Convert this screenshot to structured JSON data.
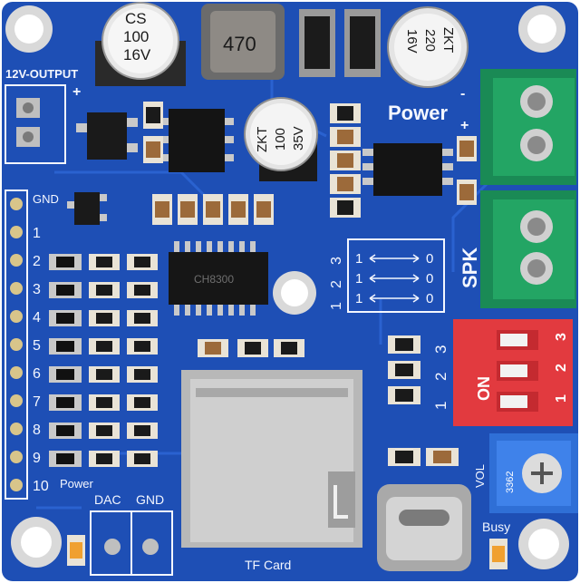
{
  "board": {
    "output_label": "12V-OUTPUT",
    "power_label": "Power",
    "power_plus": "+",
    "power_minus": "-",
    "spk_label": "SPK",
    "gnd_label": "GND",
    "pin_numbers": [
      "1",
      "2",
      "3",
      "4",
      "5",
      "6",
      "7",
      "8",
      "9",
      "10"
    ],
    "power_led_label": "Power",
    "dac_label": "DAC",
    "gnd_bottom_label": "GND",
    "tf_card_label": "TF Card",
    "busy_label": "Busy",
    "vol_label": "VOL",
    "inductor_value": "470",
    "ic_label": "CH8300",
    "pot_label": "3362",
    "cap1": [
      "CS",
      "100",
      "16V"
    ],
    "cap2": [
      "ZKT",
      "100",
      "35V"
    ],
    "cap3": [
      "ZKT",
      "220",
      "16V"
    ],
    "dip_on": "ON",
    "dip_numbers": [
      "1",
      "2",
      "3"
    ],
    "dip_side_numbers": [
      "3",
      "2",
      "1"
    ],
    "mode_table": {
      "header": [
        "3",
        "2",
        "1"
      ],
      "rows": [
        [
          "1",
          "1",
          "0"
        ],
        [
          "2",
          "1",
          "0"
        ],
        [
          "3",
          "1",
          "0"
        ]
      ]
    }
  },
  "colors": {
    "pcb": "#1e4fb5",
    "pcb_trace": "#2a62d0",
    "silk": "#f4f7ff",
    "dip_red": "#e23a3f",
    "pot_blue": "#2f6fd6"
  }
}
